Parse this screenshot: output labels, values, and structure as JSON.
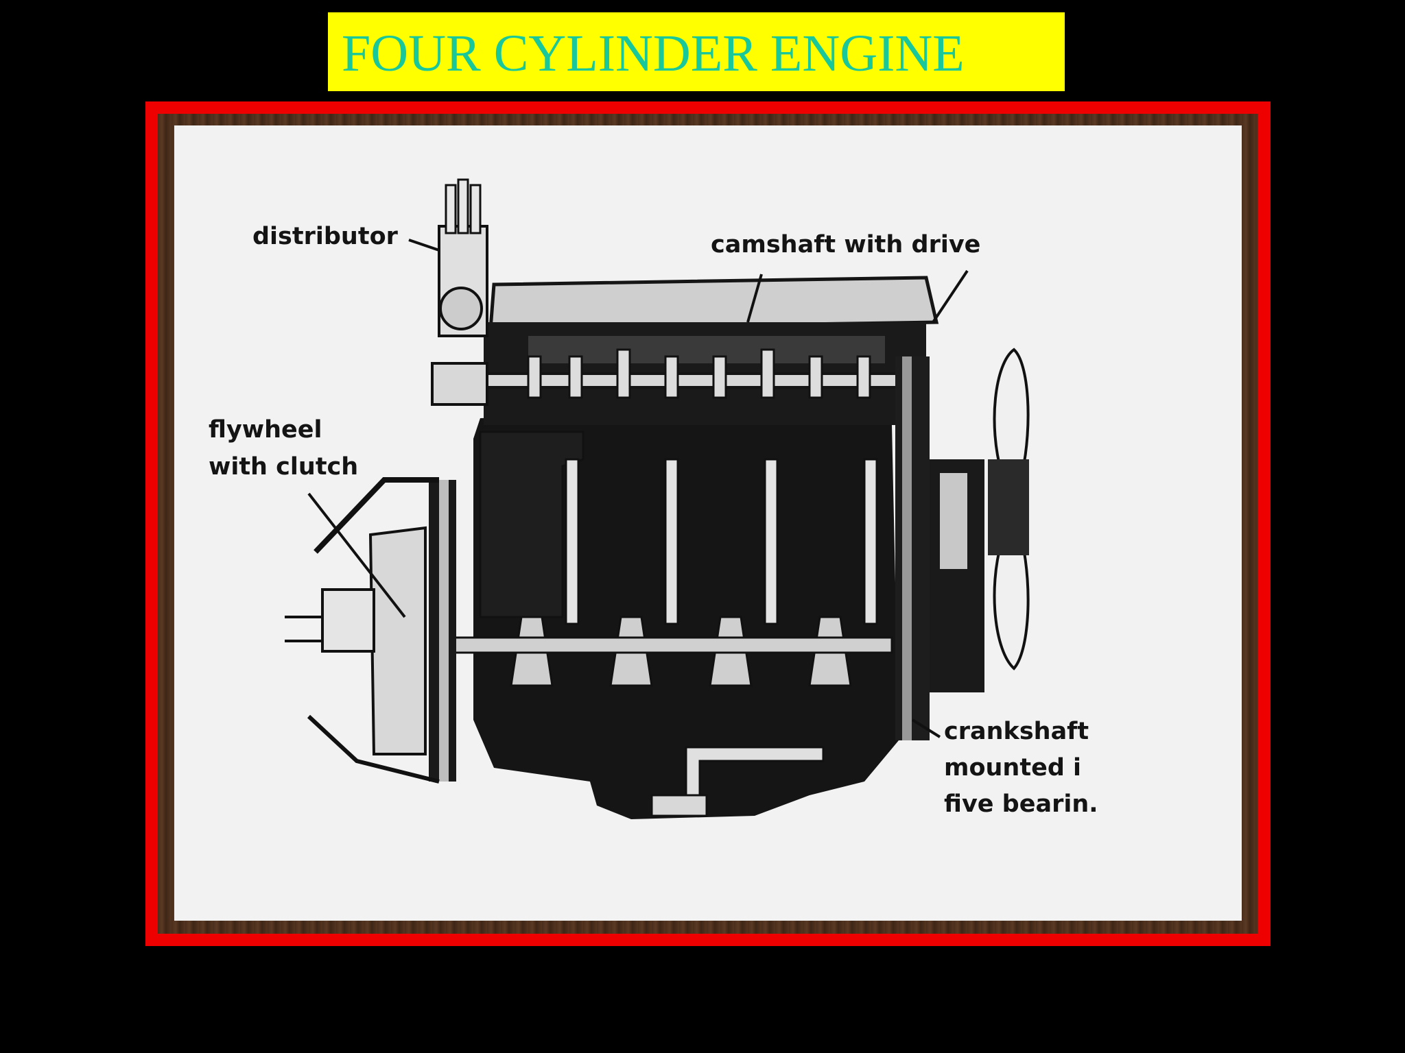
{
  "title": "FOUR CYLINDER ENGINE",
  "colors": {
    "background": "#000000",
    "title_box": "#ffff00",
    "title_text": "#18c79a",
    "frame": "#ee0000",
    "paper": "#f2f2f2",
    "ink": "#141414"
  },
  "labels": {
    "distributor": "distributor",
    "camshaft": "camshaft with drive",
    "flywheel_line1": "flywheel",
    "flywheel_line2": "with clutch",
    "crankshaft_line1": "crankshaft",
    "crankshaft_line2": "mounted i",
    "crankshaft_line3": "five bearin."
  }
}
